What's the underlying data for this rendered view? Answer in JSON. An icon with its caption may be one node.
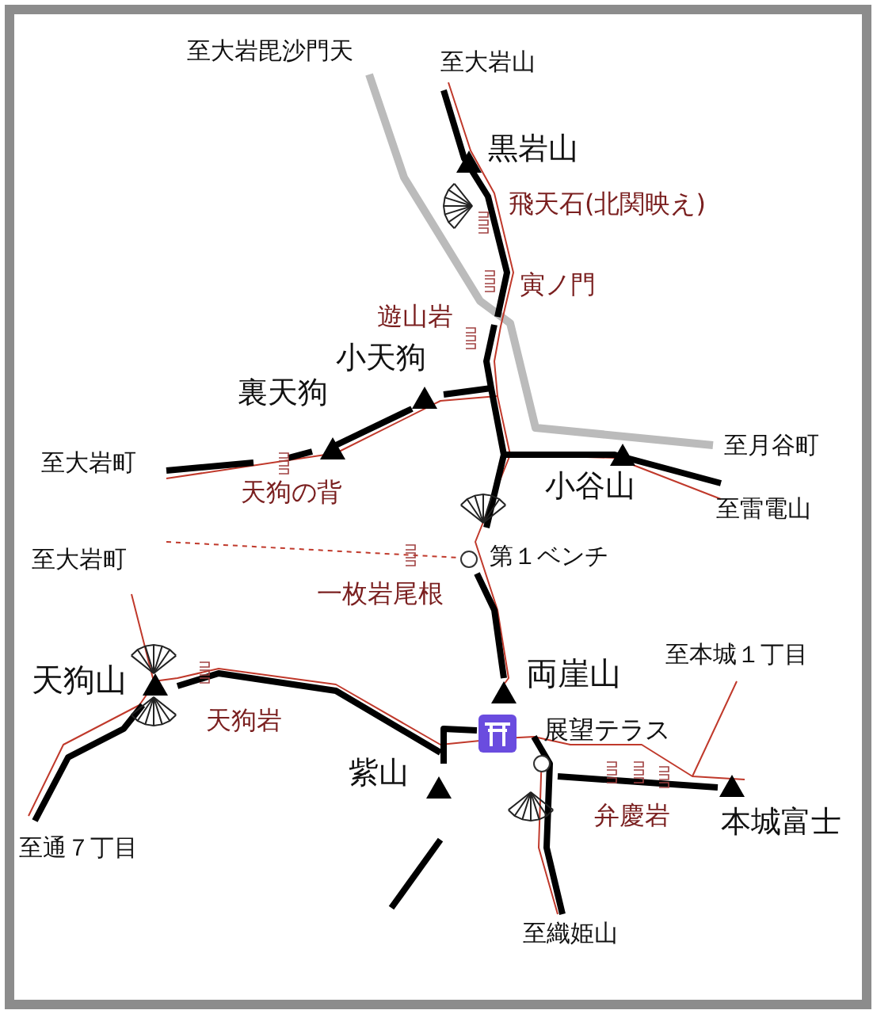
{
  "diagram": {
    "labels": [
      "至大岩毘沙門天",
      "至大岩山",
      "黒岩山",
      "飛天石(北関映え)",
      "寅ノ門",
      "遊山岩",
      "小天狗",
      "裏天狗",
      "至月谷町",
      "至大岩町",
      "小谷山",
      "至雷電山",
      "天狗の背",
      "第１ベンチ",
      "至大岩町",
      "一枚岩尾根",
      "至本城１丁目",
      "天狗山",
      "両崖山",
      "展望テラス",
      "天狗岩",
      "紫山",
      "弁慶岩",
      "本城富士",
      "至通７丁目",
      "至織姫山"
    ]
  }
}
